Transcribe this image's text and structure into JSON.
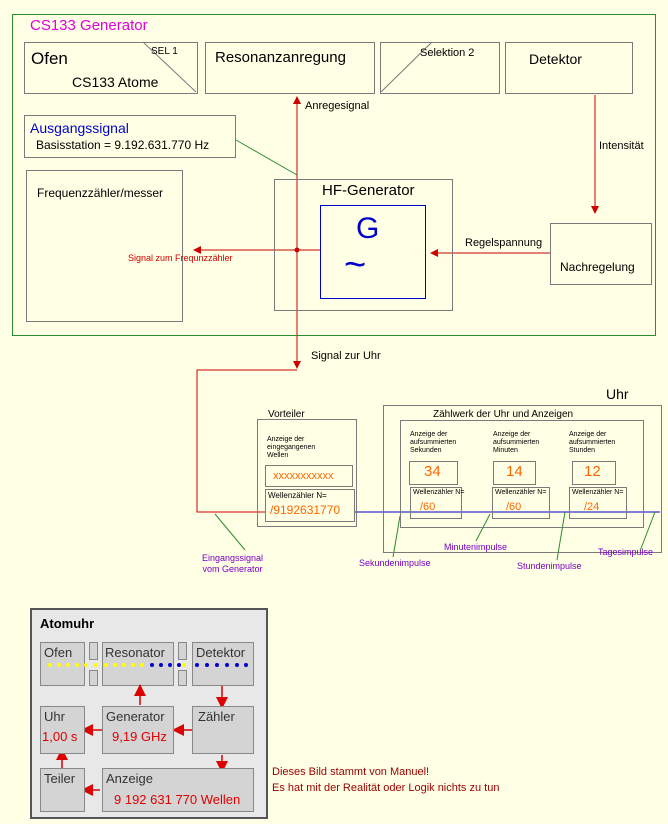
{
  "generator": {
    "title": "CS133 Generator",
    "ofen": {
      "title": "Ofen",
      "sel": "SEL 1",
      "sub": "CS133 Atome"
    },
    "resonanz": "Resonanzanregung",
    "selektion": "Selektion 2",
    "detektor": "Detektor",
    "anregesignal": "Anregesignal",
    "ausgang": {
      "title": "Ausgangssignal",
      "basis": "Basisstation =  9.192.631.770 Hz"
    },
    "intensitaet": "Intensität",
    "frequenzzaehler": "Frequenzzähler/messer",
    "hf": {
      "title": "HF-Generator",
      "symbol": "G",
      "wave": "~"
    },
    "regelspannung": "Regelspannung",
    "nachregelung": "Nachregelung",
    "signal_zaehler": "Signal zum Frequnzzähler"
  },
  "signal_uhr": "Signal zur Uhr",
  "uhr": {
    "title": "Uhr",
    "vorteiler": {
      "title": "Vorteiler",
      "anzeige_label": "Anzeige der\neingegangenen\nWellen",
      "anzeige_value": "xxxxxxxxxxx",
      "zaehler_label": "Wellenzähler N=",
      "zaehler_value": "/9192631770"
    },
    "zaehlwerk": {
      "title": "Zählwerk der Uhr und Anzeigen",
      "columns": [
        {
          "label": "Anzeige der\naufsummierten\nSekunden",
          "value": "34",
          "counter_label": "Wellenzähler N=",
          "counter_value": "/60"
        },
        {
          "label": "Anzeige der\naufsummierten\nMinuten",
          "value": "14",
          "counter_label": "Wellenzähler N=",
          "counter_value": "/60"
        },
        {
          "label": "Anzeige der\naufsummierten\nStunden",
          "value": "12",
          "counter_label": "Wellenzähler N=",
          "counter_value": "/24"
        }
      ]
    }
  },
  "annotations": {
    "eingangssignal": "Eingangssignal\nvom Generator",
    "sekunden": "Sekundenimpulse",
    "minuten": "Minutenimpulse",
    "stunden": "Stundenimpulse",
    "tages": "Tagesimpulse"
  },
  "atomuhr": {
    "title": "Atomuhr",
    "ofen": "Ofen",
    "resonator": "Resonator",
    "detektor": "Detektor",
    "uhr": "Uhr",
    "uhr_value": "1,00 s",
    "generator": "Generator",
    "generator_value": "9,19 GHz",
    "zaehler": "Zähler",
    "teiler": "Teiler",
    "anzeige": "Anzeige",
    "anzeige_value": "9 192 631 770 Wellen"
  },
  "credit": {
    "line1": "Dieses Bild stammt von Manuel!",
    "line2": "Es hat mit der Realität oder Logik nichts zu tun"
  },
  "colors": {
    "generator_border": "#2e8b2e",
    "signal_red": "#cc0000",
    "blue_line": "#0000cc",
    "title_magenta": "#e000e0",
    "orange_value": "#ff6600",
    "purple_note": "#7a00c8"
  }
}
